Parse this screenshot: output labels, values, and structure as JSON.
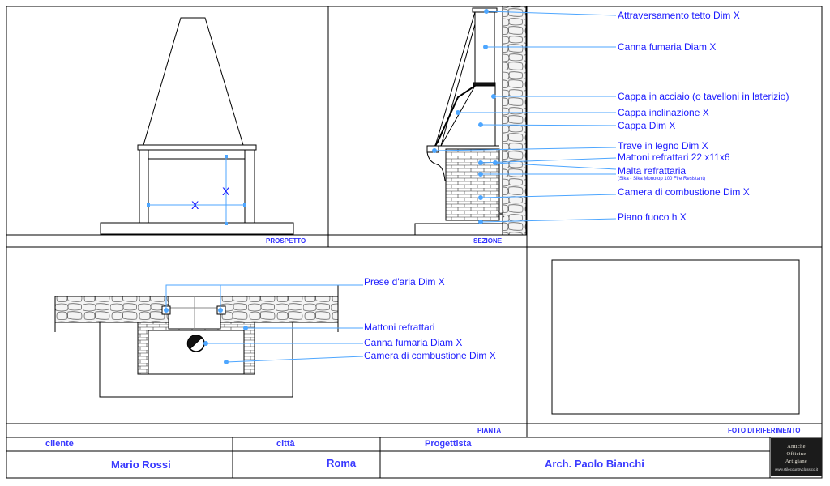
{
  "panels": {
    "prospetto": "PROSPETTO",
    "sezione": "SEZIONE",
    "pianta": "PIANTA",
    "foto": "FOTO DI RIFERIMENTO"
  },
  "prospetto": {
    "dim_width": "X",
    "dim_height": "X"
  },
  "sezione": {
    "labels": [
      "Attraversamento tetto Dim X",
      "Canna fumaria Diam X",
      "Cappa in acciaio (o tavelloni in laterizio)",
      "Cappa inclinazione X",
      "Cappa Dim X",
      "Trave in legno Dim X",
      "Mattoni refrattari 22 x11x6",
      "Malta refrattaria",
      "Camera di combustione Dim X",
      "Piano fuoco h X"
    ],
    "malta_note": "(Sika - Sika Monotop 100 Fire Resistant)"
  },
  "pianta": {
    "labels": [
      "Prese d'aria Dim X",
      "Mattoni refrattari",
      "Canna fumaria Diam X",
      "Camera di combustione Dim X"
    ]
  },
  "footer": {
    "cliente_label": "cliente",
    "cliente_value": "Mario Rossi",
    "citta_label": "città",
    "citta_value": "Roma",
    "progettista_label": "Progettista",
    "progettista_value": "Arch. Paolo Bianchi"
  },
  "logo": {
    "line1": "Antiche",
    "line2": "Officine",
    "line3": "Artigiane",
    "site": "www.stilecountryclassico.it"
  },
  "colors": {
    "annotation": "#1a1aff",
    "leader": "#4da6ff",
    "line": "#000000"
  }
}
